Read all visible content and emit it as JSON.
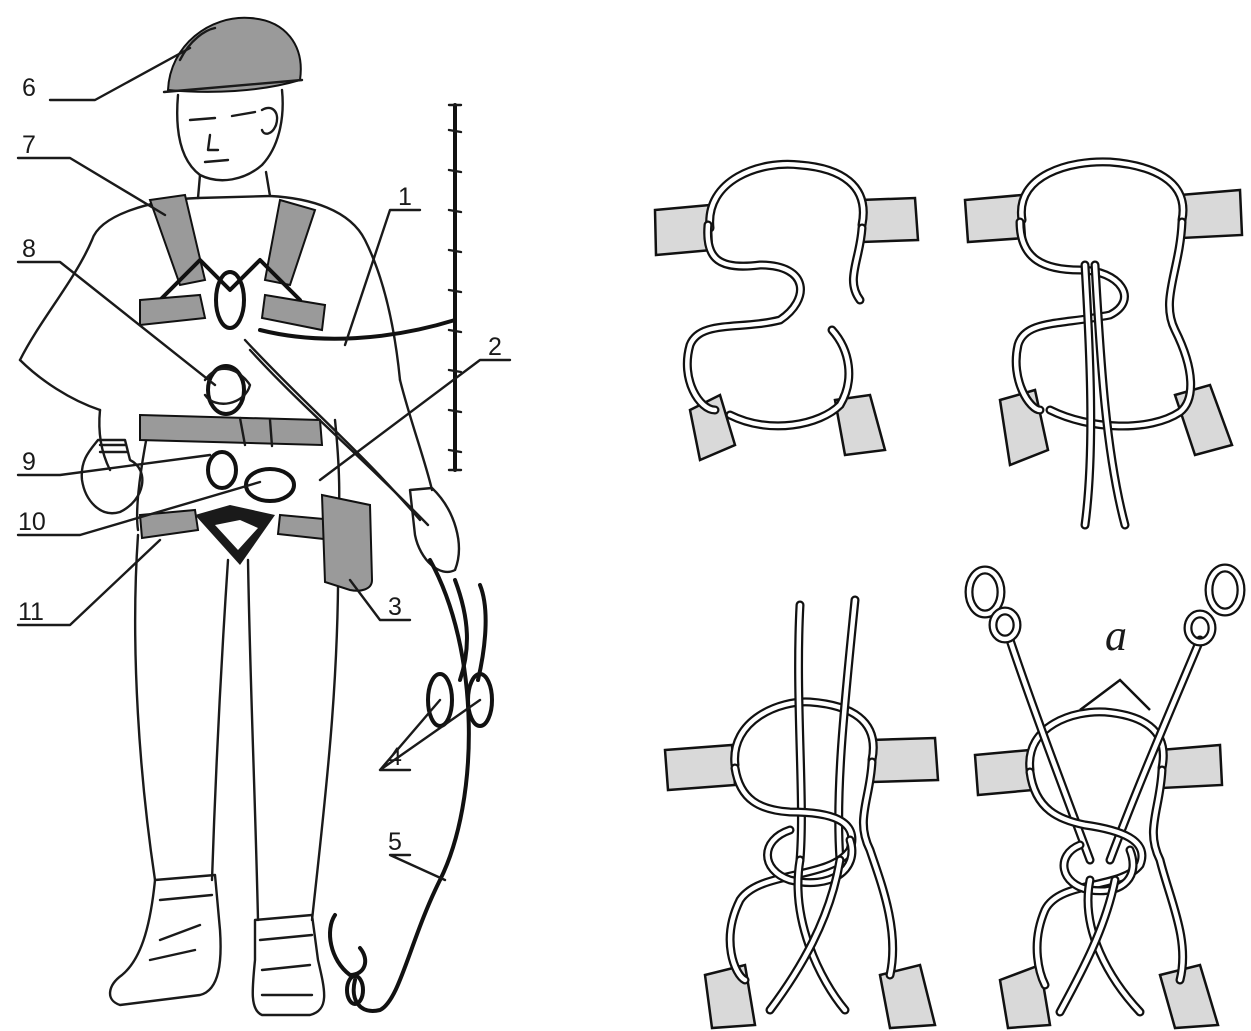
{
  "figure": {
    "callouts": [
      {
        "id": "1",
        "text": "1"
      },
      {
        "id": "2",
        "text": "2"
      },
      {
        "id": "3",
        "text": "3"
      },
      {
        "id": "4",
        "text": "4"
      },
      {
        "id": "5",
        "text": "5"
      },
      {
        "id": "6",
        "text": "6"
      },
      {
        "id": "7",
        "text": "7"
      },
      {
        "id": "8",
        "text": "8"
      },
      {
        "id": "9",
        "text": "9"
      },
      {
        "id": "10",
        "text": "10"
      },
      {
        "id": "11",
        "text": "11"
      }
    ],
    "panel_label": "a"
  }
}
